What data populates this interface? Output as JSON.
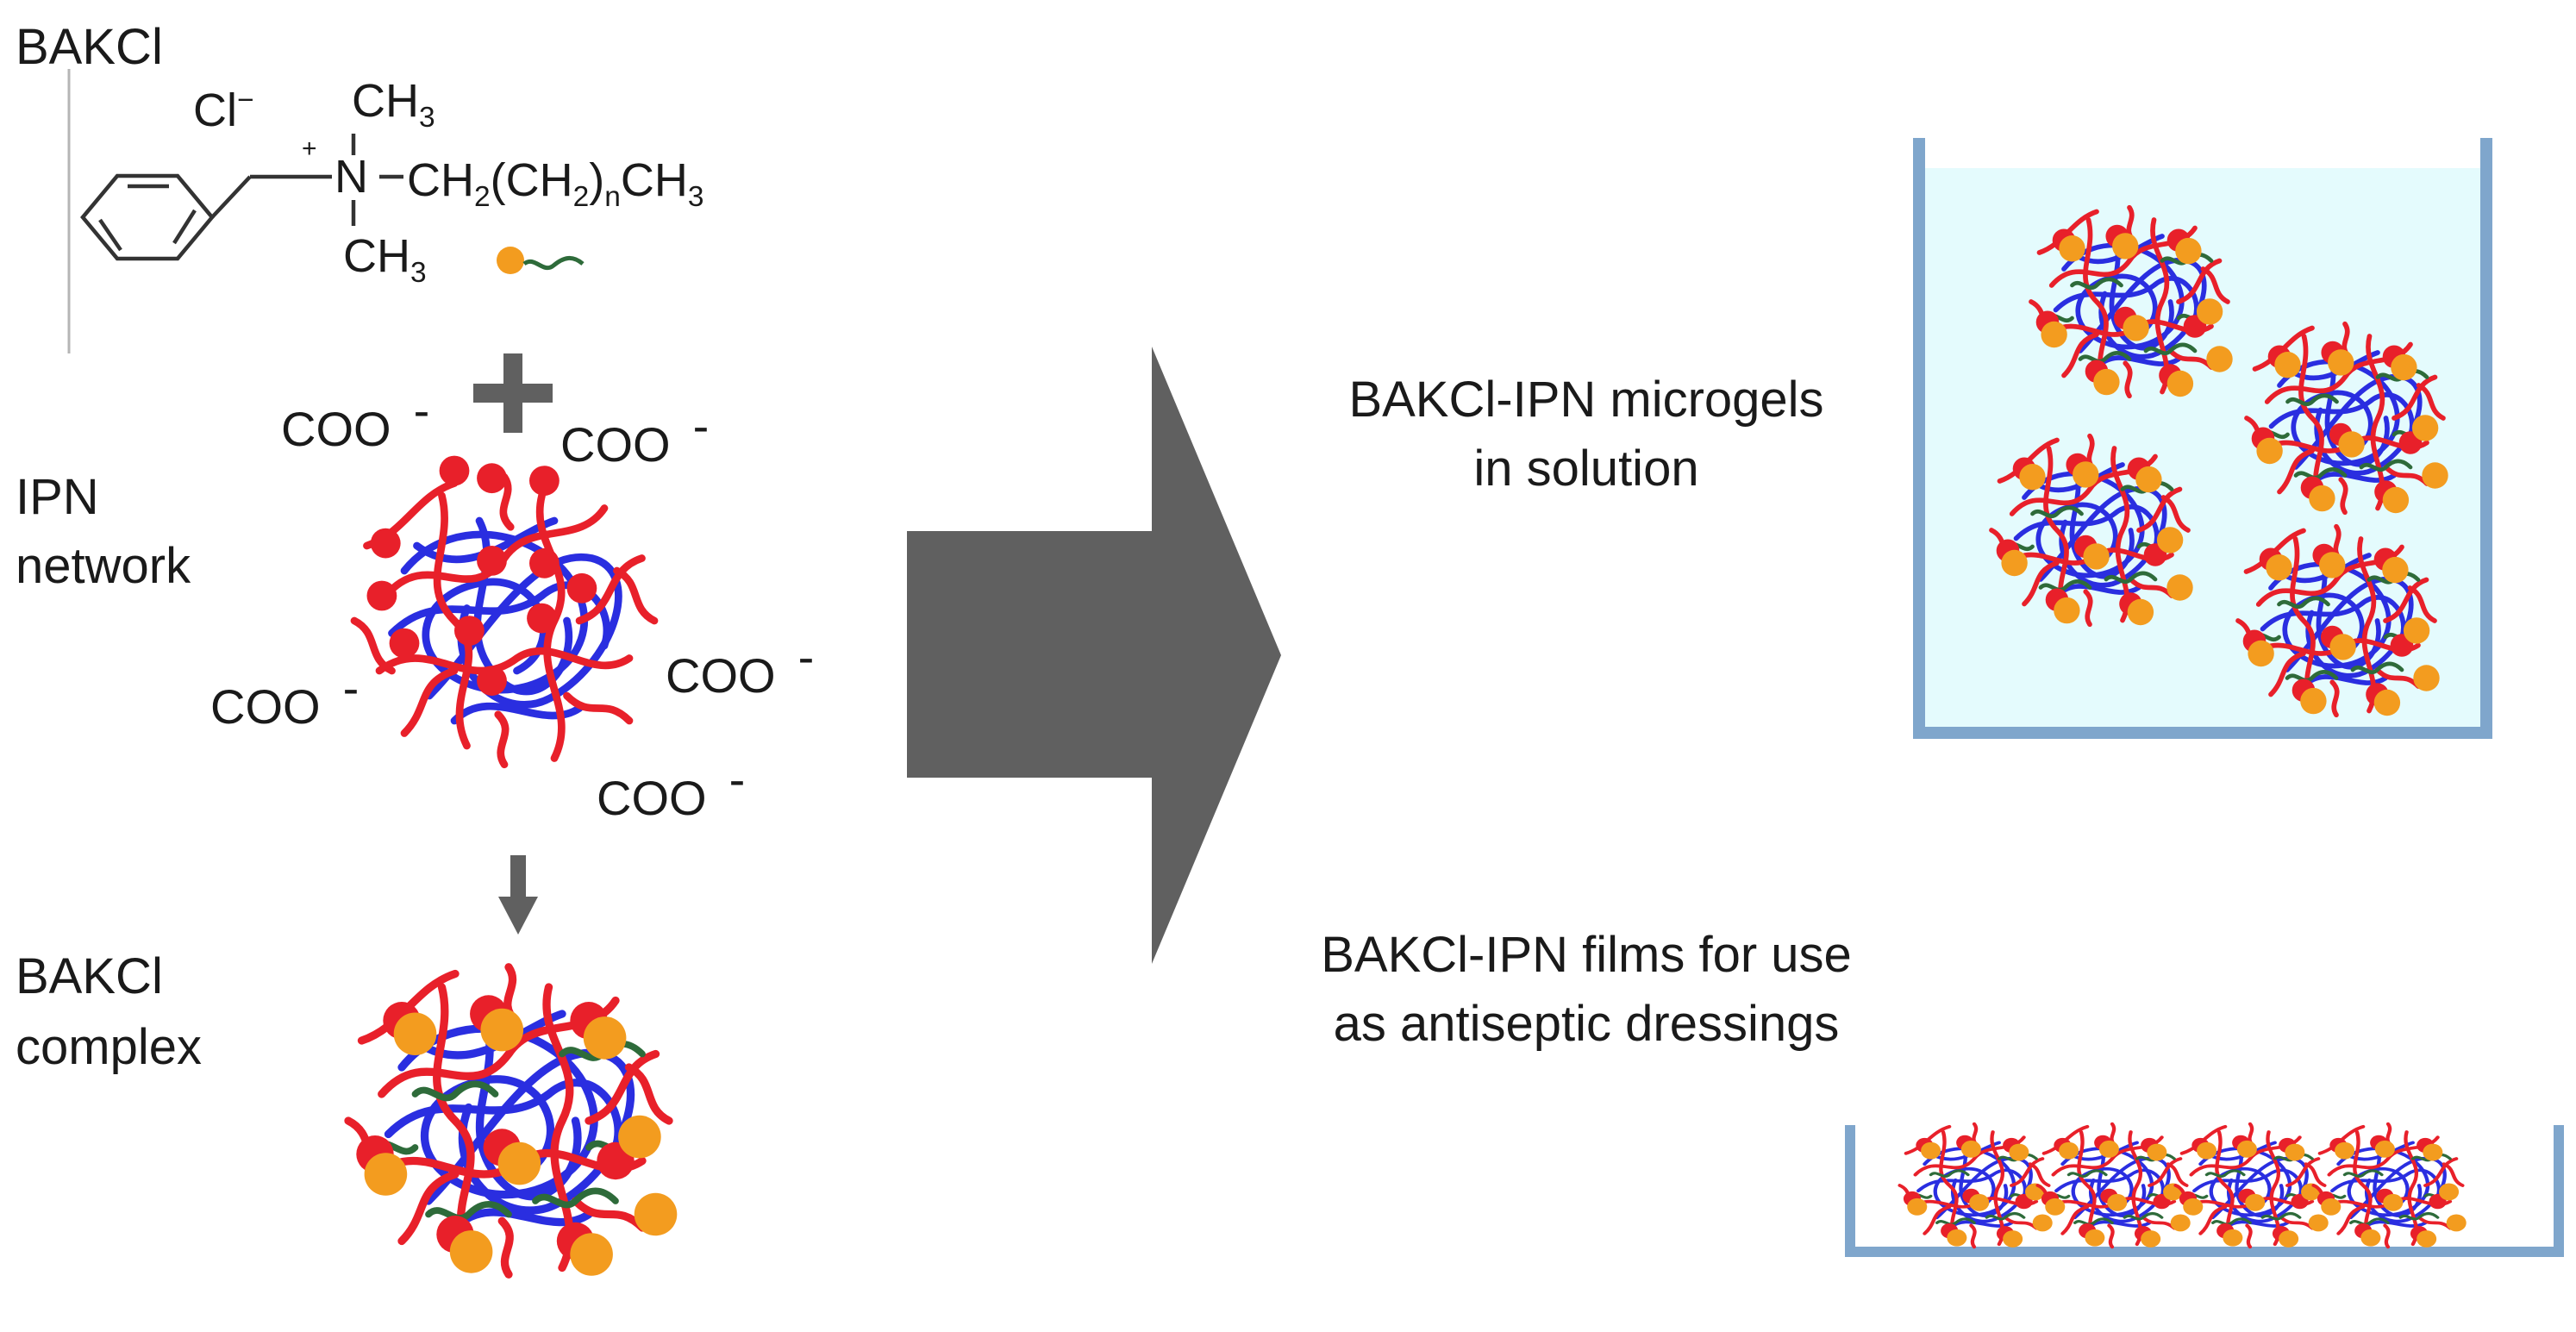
{
  "labels": {
    "bakcl": "BAKCl",
    "ipn_line1": "IPN",
    "ipn_line2": "network",
    "complex_line1": "BAKCl",
    "complex_line2": "complex",
    "microgels_line1": "BAKCl-IPN microgels",
    "microgels_line2": "in solution",
    "films_line1": "BAKCl-IPN films for use",
    "films_line2": "as antiseptic dressings"
  },
  "chem": {
    "chloride": "Cl",
    "chloride_charge": "−",
    "methyl_top": "CH",
    "methyl_top_sub": "3",
    "methyl_bottom": "CH",
    "methyl_bottom_sub": "3",
    "nitrogen": "N",
    "nitrogen_charge": "+",
    "chain_a": "CH",
    "chain_a_sub": "2",
    "chain_b": "(CH",
    "chain_b_sub": "2",
    "chain_c": ")",
    "chain_c_sub": "n",
    "chain_d": "CH",
    "chain_d_sub": "3",
    "carboxylate": "COO",
    "carboxylate_charge": "-"
  },
  "colors": {
    "polymer_red": "#e8202a",
    "polymer_blue": "#2a2ee0",
    "surfactant_green": "#2e6b3a",
    "head_orange": "#f39c1f",
    "arrow_gray": "#606060",
    "container_blue": "#7fa6cc",
    "solution_fill": "#e4fbfd"
  }
}
